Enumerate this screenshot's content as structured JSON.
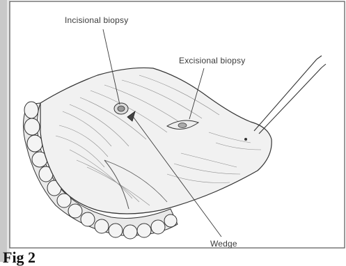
{
  "labels": {
    "incisional": "Incisional biopsy",
    "excisional": "Excisional biopsy",
    "wedge": "Wedge"
  },
  "caption": "Fig 2",
  "colors": {
    "ink": "#3a3a3a",
    "frame": "#555555",
    "shading": "#8a8a8a",
    "paper": "#ffffff"
  }
}
